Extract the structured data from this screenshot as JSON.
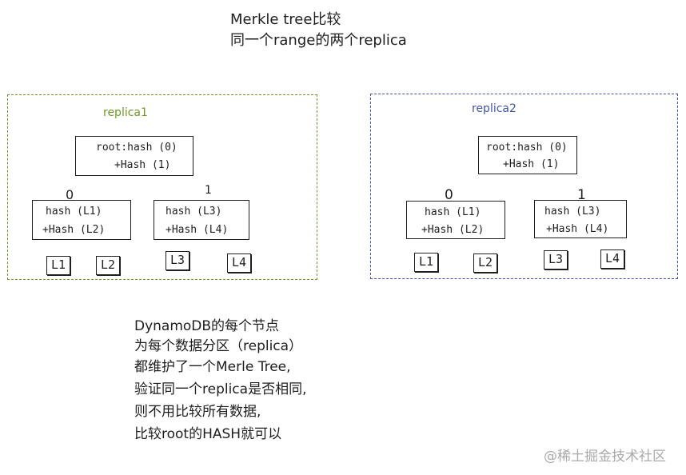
{
  "header": {
    "line1": "Merkle tree比较",
    "line2": "同一个range的两个replica"
  },
  "replica1": {
    "label": "replica1",
    "color": "#6f9a2a",
    "root": {
      "line1": "root:hash (0)",
      "line2": "+Hash (1)"
    },
    "left_bit": "0",
    "right_bit": "1",
    "left": {
      "line1": "hash (L1)",
      "line2": "+Hash (L2)"
    },
    "right": {
      "line1": "hash (L3)",
      "line2": "+Hash (L4)"
    },
    "leaves": [
      "L1",
      "L2",
      "L3",
      "L4"
    ]
  },
  "replica2": {
    "label": "replica2",
    "color": "#4256a8",
    "root": {
      "line1": "root:hash (0)",
      "line2": "+Hash (1)"
    },
    "left_bit": "0",
    "right_bit": "1",
    "left": {
      "line1": "hash (L1)",
      "line2": "+Hash (L2)"
    },
    "right": {
      "line1": "hash (L3)",
      "line2": "+Hash (L4)"
    },
    "leaves": [
      "L1",
      "L2",
      "L3",
      "L4"
    ]
  },
  "note": {
    "lines": [
      "DynamoDB的每个节点",
      "为每个数据分区（replica）",
      "都维护了一个Merle Tree,",
      "验证同一个replica是否相同,",
      "则不用比较所有数据,",
      "比较root的HASH就可以"
    ]
  },
  "watermark": "@稀土掘金技术社区"
}
